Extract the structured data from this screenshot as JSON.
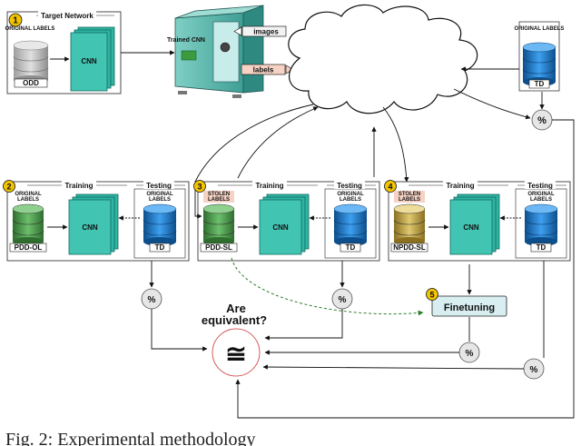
{
  "target_network": {
    "step": "1",
    "title": "Target Network",
    "labels_caption": "ORIGINAL LABELS",
    "dataset": "ODD",
    "model": "CNN"
  },
  "safe": {
    "label": "Trained CNN",
    "images_tag": "images",
    "labels_tag": "labels"
  },
  "td_top": {
    "labels_caption": "ORIGINAL LABELS",
    "dataset": "TD"
  },
  "panels": [
    {
      "step": "2",
      "training_title": "Training",
      "testing_title": "Testing",
      "train_labels": "ORIGINAL LABELS",
      "train_dataset": "PDD-OL",
      "model": "CNN",
      "test_labels": "ORIGINAL LABELS",
      "test_dataset": "TD"
    },
    {
      "step": "3",
      "training_title": "Training",
      "testing_title": "Testing",
      "train_labels": "STOLEN LABELS",
      "train_dataset": "PDD-SL",
      "model": "CNN",
      "test_labels": "ORIGINAL LABELS",
      "test_dataset": "TD"
    },
    {
      "step": "4",
      "training_title": "Training",
      "testing_title": "Testing",
      "train_labels": "STOLEN LABELS",
      "train_dataset": "NPDD-SL",
      "model": "CNN",
      "test_labels": "ORIGINAL LABELS",
      "test_dataset": "TD"
    }
  ],
  "finetuning": {
    "step": "5",
    "label": "Finetuning"
  },
  "compare": {
    "question": "Are equivalent?",
    "symbol": "≅"
  },
  "percent_symbol": "%",
  "caption": "Fig. 2: Experimental methodology",
  "colors": {
    "gray_db": "#bdbdbd",
    "green_db": "#4e9a4e",
    "blue_db": "#1f78c8",
    "gold_db": "#c8a84a",
    "cnn": "#2fb3a2",
    "badge": "#f2c300",
    "finetune": "#d8eef0",
    "stolen_tag": "#f6d2c4",
    "dashed_arrow": "#2e7d32"
  }
}
